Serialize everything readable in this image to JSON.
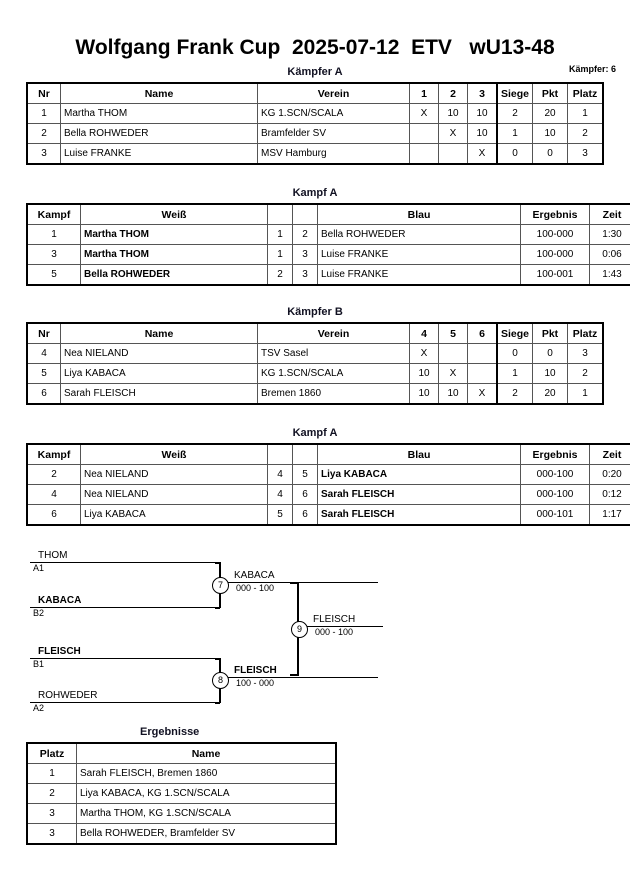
{
  "header": {
    "title": "Wolfgang Frank Cup  2025-07-12  ETV   wU13-48",
    "fighter_count": "Kämpfer: 6"
  },
  "pool_a": {
    "caption": "Kämpfer A",
    "columns": {
      "nr": "Nr",
      "name": "Name",
      "verein": "Verein",
      "s1": "1",
      "s2": "2",
      "s3": "3",
      "siege": "Siege",
      "pkt": "Pkt",
      "platz": "Platz"
    },
    "rows": [
      {
        "nr": "1",
        "name": "Martha THOM",
        "verein": "KG 1.SCN/SCALA",
        "s1": "X",
        "s2": "10",
        "s3": "10",
        "siege": "2",
        "pkt": "20",
        "platz": "1"
      },
      {
        "nr": "2",
        "name": "Bella ROHWEDER",
        "verein": "Bramfelder SV",
        "s1": "",
        "s2": "X",
        "s3": "10",
        "siege": "1",
        "pkt": "10",
        "platz": "2"
      },
      {
        "nr": "3",
        "name": "Luise FRANKE",
        "verein": "MSV Hamburg",
        "s1": "",
        "s2": "",
        "s3": "X",
        "siege": "0",
        "pkt": "0",
        "platz": "3"
      }
    ]
  },
  "kampf_a": {
    "caption": "Kampf A",
    "columns": {
      "kampf": "Kampf",
      "weiss": "Weiß",
      "n1": "",
      "n2": "",
      "blau": "Blau",
      "ergebnis": "Ergebnis",
      "zeit": "Zeit"
    },
    "rows": [
      {
        "kampf": "1",
        "weiss": "Martha THOM",
        "weiss_bold": true,
        "n1": "1",
        "n2": "2",
        "blau": "Bella ROHWEDER",
        "blau_bold": false,
        "ergebnis": "100-000",
        "zeit": "1:30"
      },
      {
        "kampf": "3",
        "weiss": "Martha THOM",
        "weiss_bold": true,
        "n1": "1",
        "n2": "3",
        "blau": "Luise FRANKE",
        "blau_bold": false,
        "ergebnis": "100-000",
        "zeit": "0:06"
      },
      {
        "kampf": "5",
        "weiss": "Bella ROHWEDER",
        "weiss_bold": true,
        "n1": "2",
        "n2": "3",
        "blau": "Luise FRANKE",
        "blau_bold": false,
        "ergebnis": "100-001",
        "zeit": "1:43"
      }
    ]
  },
  "pool_b": {
    "caption": "Kämpfer B",
    "columns": {
      "nr": "Nr",
      "name": "Name",
      "verein": "Verein",
      "s1": "4",
      "s2": "5",
      "s3": "6",
      "siege": "Siege",
      "pkt": "Pkt",
      "platz": "Platz"
    },
    "rows": [
      {
        "nr": "4",
        "name": "Nea NIELAND",
        "verein": "TSV Sasel",
        "s1": "X",
        "s2": "",
        "s3": "",
        "siege": "0",
        "pkt": "0",
        "platz": "3"
      },
      {
        "nr": "5",
        "name": "Liya  KABACA",
        "verein": "KG 1.SCN/SCALA",
        "s1": "10",
        "s2": "X",
        "s3": "",
        "siege": "1",
        "pkt": "10",
        "platz": "2"
      },
      {
        "nr": "6",
        "name": "Sarah FLEISCH",
        "verein": "Bremen 1860",
        "s1": "10",
        "s2": "10",
        "s3": "X",
        "siege": "2",
        "pkt": "20",
        "platz": "1"
      }
    ]
  },
  "kampf_b": {
    "caption": "Kampf A",
    "columns": {
      "kampf": "Kampf",
      "weiss": "Weiß",
      "n1": "",
      "n2": "",
      "blau": "Blau",
      "ergebnis": "Ergebnis",
      "zeit": "Zeit"
    },
    "rows": [
      {
        "kampf": "2",
        "weiss": "Nea NIELAND",
        "weiss_bold": false,
        "n1": "4",
        "n2": "5",
        "blau": "Liya  KABACA",
        "blau_bold": true,
        "ergebnis": "000-100",
        "zeit": "0:20"
      },
      {
        "kampf": "4",
        "weiss": "Nea NIELAND",
        "weiss_bold": false,
        "n1": "4",
        "n2": "6",
        "blau": "Sarah FLEISCH",
        "blau_bold": true,
        "ergebnis": "000-100",
        "zeit": "0:12"
      },
      {
        "kampf": "6",
        "weiss": "Liya  KABACA",
        "weiss_bold": false,
        "n1": "5",
        "n2": "6",
        "blau": "Sarah FLEISCH",
        "blau_bold": true,
        "ergebnis": "000-101",
        "zeit": "1:17"
      }
    ]
  },
  "bracket": {
    "seeds": [
      {
        "name": "THOM",
        "code": "A1",
        "bold": false
      },
      {
        "name": "KABACA",
        "code": "B2",
        "bold": true
      },
      {
        "name": "FLEISCH",
        "code": "B1",
        "bold": true
      },
      {
        "name": "ROHWEDER",
        "code": "A2",
        "bold": false
      }
    ],
    "nodes": [
      {
        "number": "7",
        "winner": "KABACA",
        "score": "000 - 100",
        "bold": false
      },
      {
        "number": "8",
        "winner": "FLEISCH",
        "score": "100 - 000",
        "bold": true
      },
      {
        "number": "9",
        "winner": "FLEISCH",
        "score": "000 - 100",
        "bold": false
      }
    ]
  },
  "results": {
    "caption": "Ergebnisse",
    "columns": {
      "platz": "Platz",
      "name": "Name"
    },
    "rows": [
      {
        "platz": "1",
        "name": "Sarah FLEISCH, Bremen 1860"
      },
      {
        "platz": "2",
        "name": "Liya  KABACA, KG 1.SCN/SCALA"
      },
      {
        "platz": "3",
        "name": "Martha THOM, KG 1.SCN/SCALA"
      },
      {
        "platz": "3",
        "name": "Bella ROHWEDER, Bramfelder SV"
      }
    ]
  }
}
